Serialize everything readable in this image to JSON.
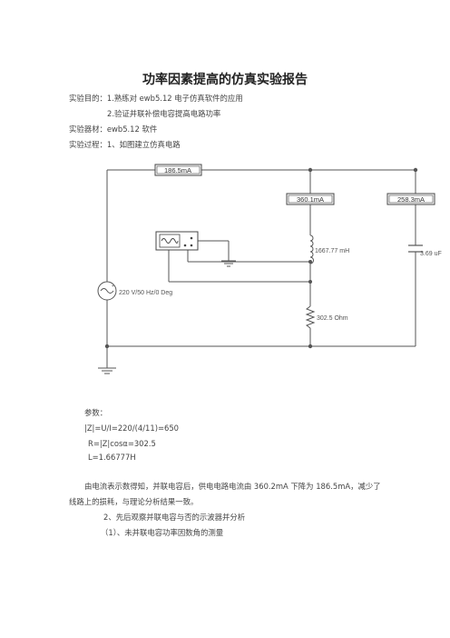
{
  "title": "功率因素提高的仿真实验报告",
  "intro": {
    "purpose_label": "实验目的：",
    "purpose_1": "1.熟练对 ewb5.12 电子仿真软件的应用",
    "purpose_2": "2.验证并联补偿电容提高电路功率",
    "equipment_label": "实验器材：",
    "equipment": "ewb5.12 软件",
    "process_label": "实验过程：",
    "process_1": "1、如图建立仿真电路"
  },
  "circuit": {
    "ammeter_total": "186.5mA",
    "ammeter_branch": "360.1mA",
    "ammeter_cap": "258.3mA",
    "inductor": "1667.77 mH",
    "resistor": "302.5  Ohm",
    "capacitor": "3.69 uF",
    "source": "220 V/50 Hz/0 Deg"
  },
  "params": {
    "label": "参数：",
    "z": "|Z|=U/I=220/(4/11)=650",
    "r": "R=|Z|cosα=302.5",
    "l": "L=1.66777H"
  },
  "conclusion": {
    "line1": "由电流表示数得知，并联电容后，供电电路电流由 360.2mA 下降为 186.5mA，减少了",
    "line2": "线路上的损耗，与理论分析结果一致。"
  },
  "step2": {
    "title": "2、先后观察并联电容与否的示波器并分析",
    "sub1": "（1）、未并联电容功率因数角的测量"
  }
}
